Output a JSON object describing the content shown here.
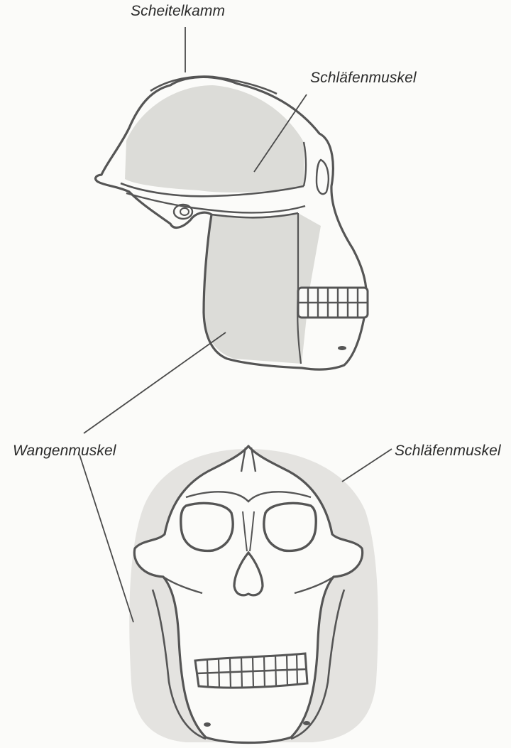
{
  "labels": {
    "crest": "Scheitelkamm",
    "temporal_side": "Schläfenmuskel",
    "cheek": "Wangenmuskel",
    "temporal_front": "Schläfenmuskel"
  },
  "colors": {
    "background": "#fbfbf9",
    "muscle_fill": "#dcdcd8",
    "outline": "#555555",
    "leader": "#4a4a4a",
    "text": "#2b2b2b"
  }
}
